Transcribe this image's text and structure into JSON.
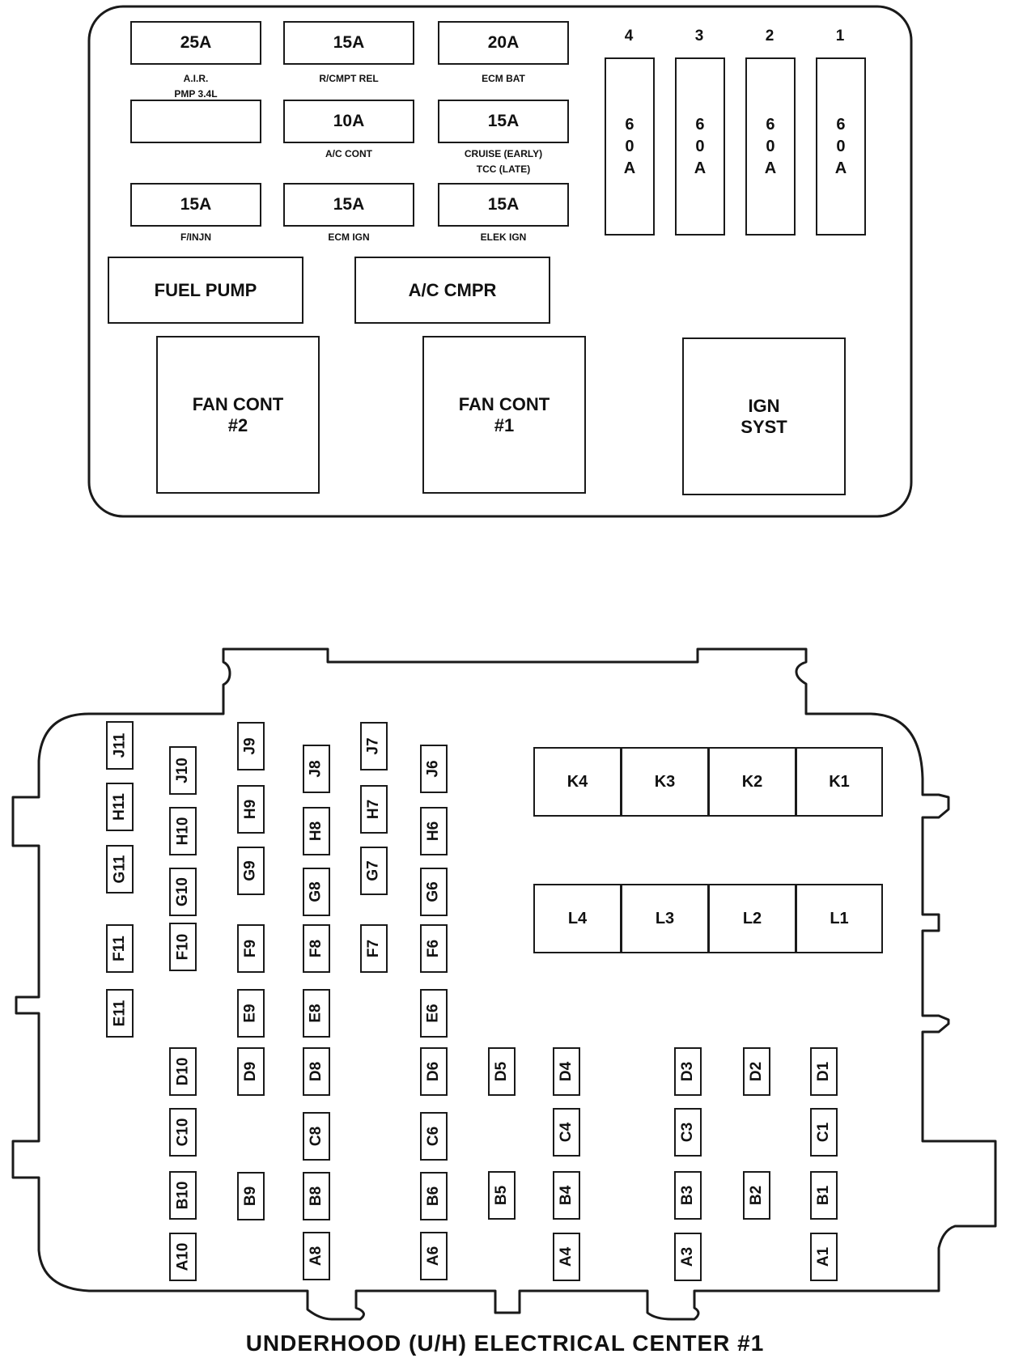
{
  "top_panel": {
    "fuses": [
      {
        "value": "25A",
        "label": "A.I.R.\nPMP 3.4L"
      },
      {
        "value": "15A",
        "label": "R/CMPT REL"
      },
      {
        "value": "20A",
        "label": "ECM BAT"
      },
      {
        "value": "",
        "label": ""
      },
      {
        "value": "10A",
        "label": "A/C CONT"
      },
      {
        "value": "15A",
        "label": "CRUISE (EARLY)\nTCC (LATE)"
      },
      {
        "value": "15A",
        "label": "F/INJN"
      },
      {
        "value": "15A",
        "label": "ECM IGN"
      },
      {
        "value": "15A",
        "label": "ELEK IGN"
      }
    ],
    "maxifuses": [
      {
        "number": "4",
        "text": "6\n0\nA"
      },
      {
        "number": "3",
        "text": "6\n0\nA"
      },
      {
        "number": "2",
        "text": "6\n0\nA"
      },
      {
        "number": "1",
        "text": "6\n0\nA"
      }
    ],
    "relays": {
      "fuel_pump": "FUEL PUMP",
      "ac_cmpr": "A/C CMPR",
      "fan_cont_2": "FAN CONT\n#2",
      "fan_cont_1": "FAN CONT\n#1",
      "ign_syst": "IGN\nSYST"
    }
  },
  "bottom_panel": {
    "cavities": [
      "J11",
      "H11",
      "G11",
      "F11",
      "E11",
      "J10",
      "H10",
      "G10",
      "F10",
      "D10",
      "C10",
      "B10",
      "A10",
      "J9",
      "H9",
      "G9",
      "F9",
      "E9",
      "D9",
      "B9",
      "J8",
      "H8",
      "G8",
      "F8",
      "E8",
      "D8",
      "C8",
      "B8",
      "A8",
      "J7",
      "H7",
      "G7",
      "F7",
      "J6",
      "H6",
      "G6",
      "F6",
      "E6",
      "D6",
      "C6",
      "B6",
      "A6",
      "D5",
      "B5",
      "D4",
      "C4",
      "B4",
      "A4",
      "D3",
      "C3",
      "B3",
      "A3",
      "D2",
      "B2",
      "D1",
      "C1",
      "B1",
      "A1"
    ],
    "relays_k": [
      "K4",
      "K3",
      "K2",
      "K1"
    ],
    "relays_l": [
      "L4",
      "L3",
      "L2",
      "L1"
    ]
  },
  "caption": "UNDERHOOD (U/H) ELECTRICAL CENTER #1"
}
